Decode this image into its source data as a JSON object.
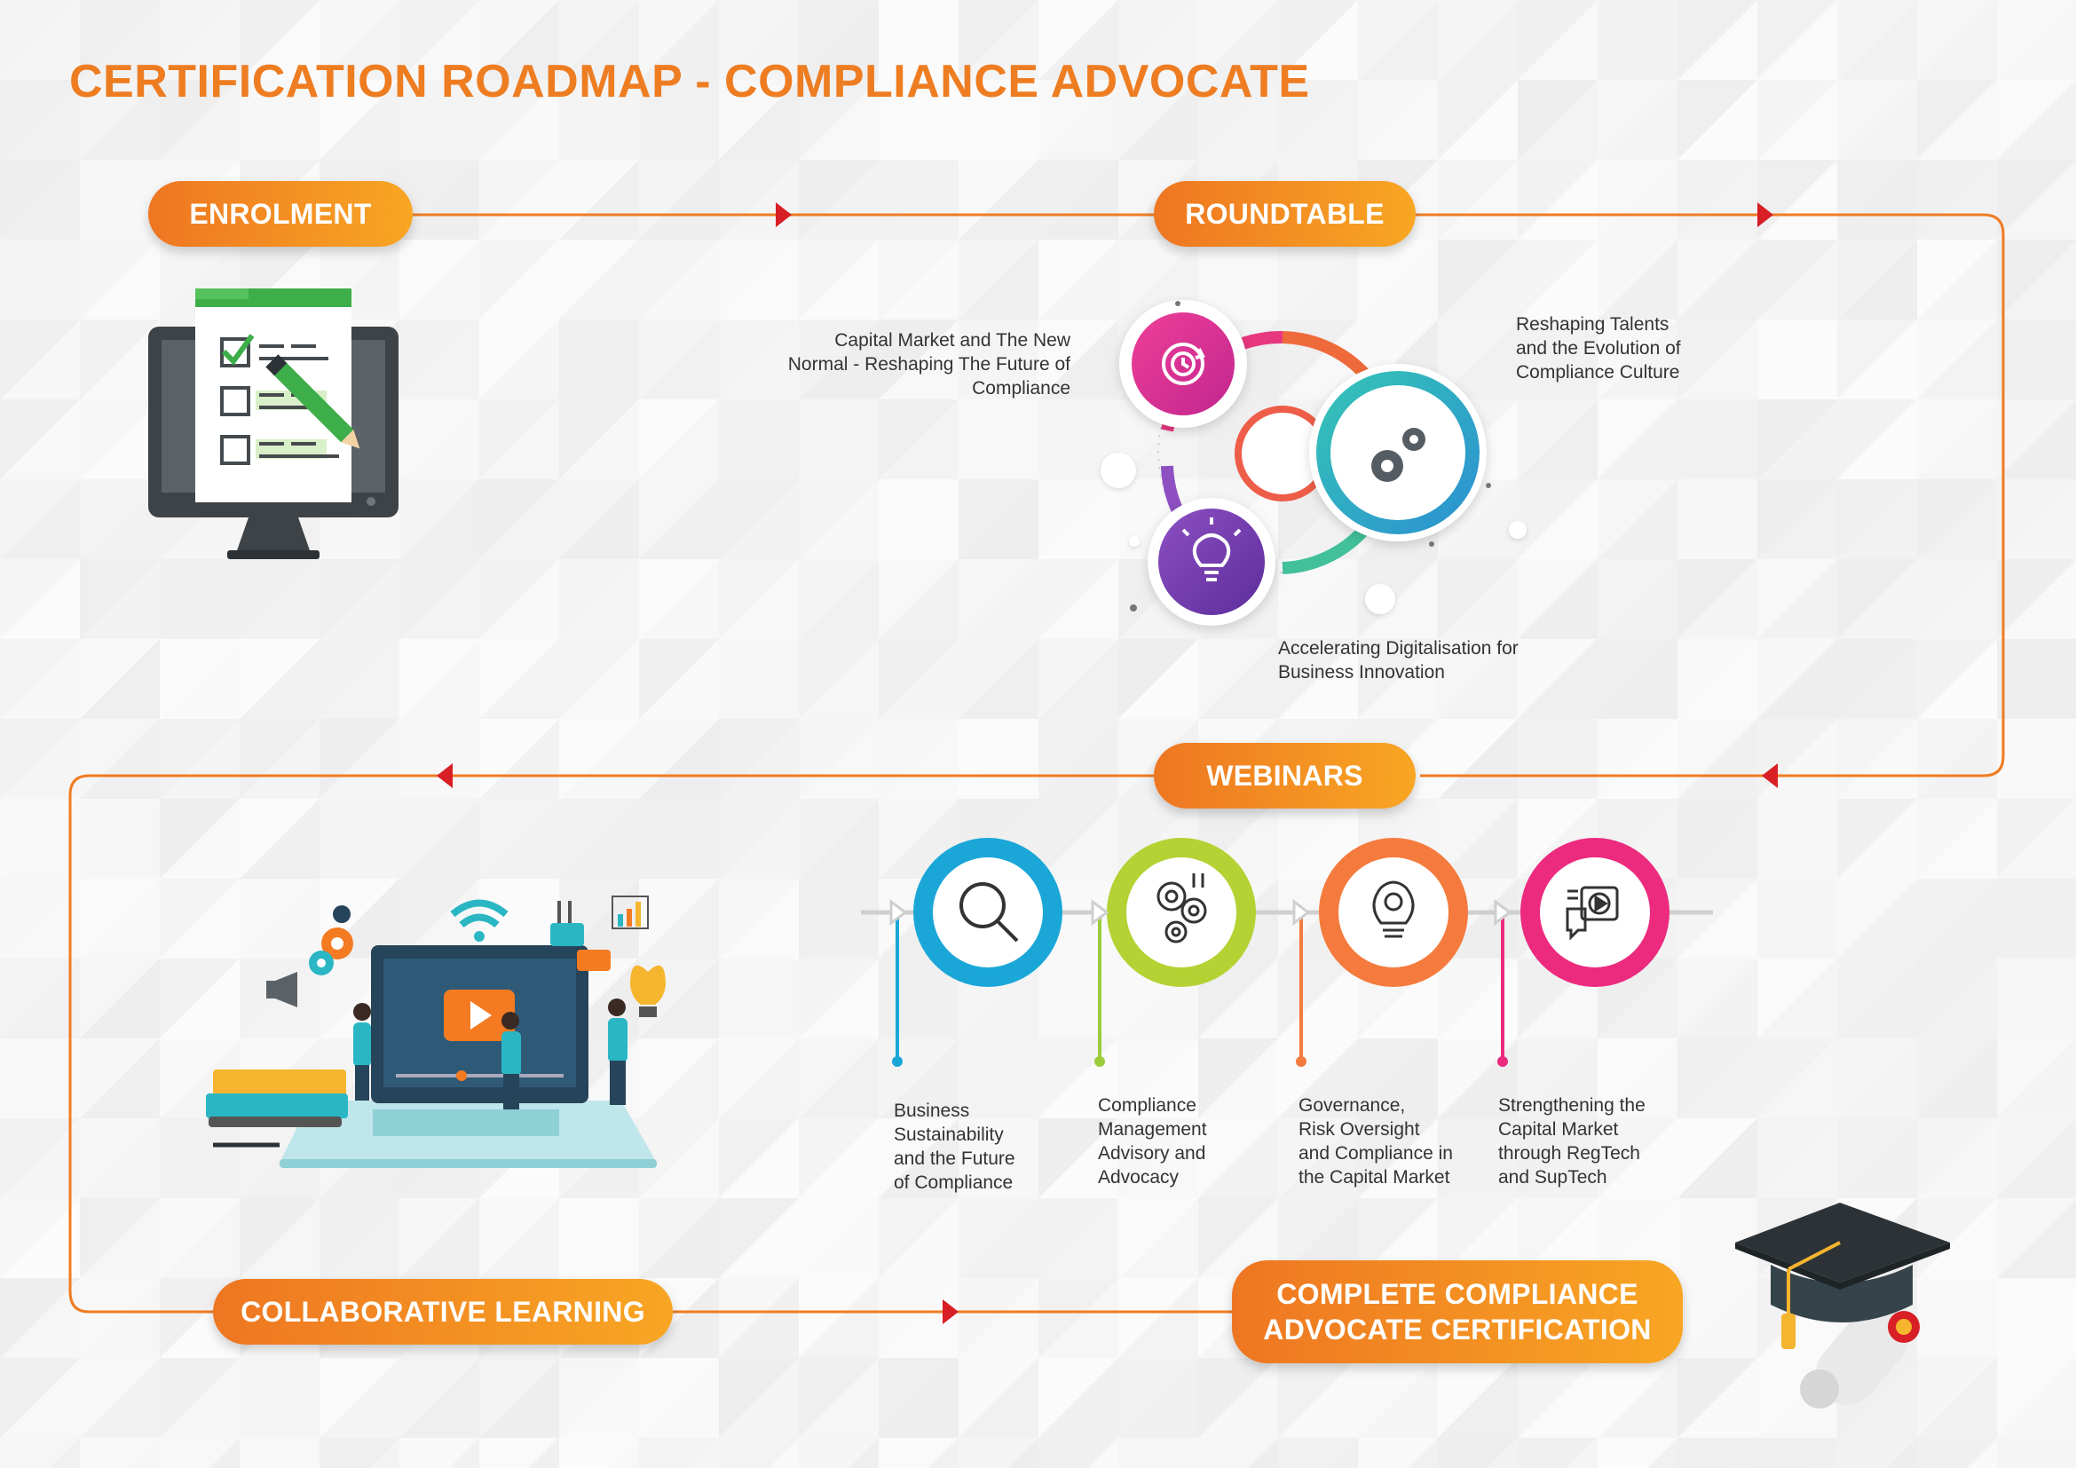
{
  "title": "CERTIFICATION ROADMAP - COMPLIANCE ADVOCATE",
  "colors": {
    "title": "#ee7d22",
    "pill_start": "#ee7622",
    "pill_end": "#f8a623",
    "flow_line": "#ef7c22",
    "arrow": "#d81f26"
  },
  "steps": {
    "enrolment": {
      "label": "ENROLMENT",
      "icon": "computer-checklist-icon"
    },
    "roundtable": {
      "label": "ROUNDTABLE",
      "topics": [
        {
          "lines": [
            "Capital Market and  The New",
            "Normal - Reshaping The Future of",
            "Compliance"
          ],
          "icon": "refresh-clock-icon"
        },
        {
          "lines": [
            "Reshaping Talents",
            "and the Evolution of",
            "Compliance Culture"
          ],
          "icon": "gears-icon"
        },
        {
          "lines": [
            "Accelerating Digitalisation for",
            "Business Innovation"
          ],
          "icon": "lightbulb-icon"
        }
      ]
    },
    "webinars": {
      "label": "WEBINARS",
      "topics": [
        {
          "lines": [
            "Business",
            "Sustainability",
            "and the Future",
            "of Compliance"
          ],
          "icon": "magnifier-icon",
          "color": "#1aa7d8"
        },
        {
          "lines": [
            "Compliance",
            "Management",
            "Advisory and",
            "Advocacy"
          ],
          "icon": "gears-arrows-icon",
          "color": "#9ccb3b"
        },
        {
          "lines": [
            "Governance,",
            "Risk Oversight",
            "and Compliance in",
            "the Capital Market"
          ],
          "icon": "bulb-gear-icon",
          "color": "#f47b3d"
        },
        {
          "lines": [
            "Strengthening the",
            "Capital Market",
            "through RegTech",
            "and SupTech"
          ],
          "icon": "video-chat-icon",
          "color": "#ec2a7e"
        }
      ]
    },
    "collaborative": {
      "label": "COLLABORATIVE LEARNING",
      "icon": "online-learning-laptop-icon"
    },
    "complete": {
      "lines": [
        "COMPLETE COMPLIANCE",
        "ADVOCATE CERTIFICATION"
      ],
      "icon": "graduation-cap-diploma-icon"
    }
  }
}
